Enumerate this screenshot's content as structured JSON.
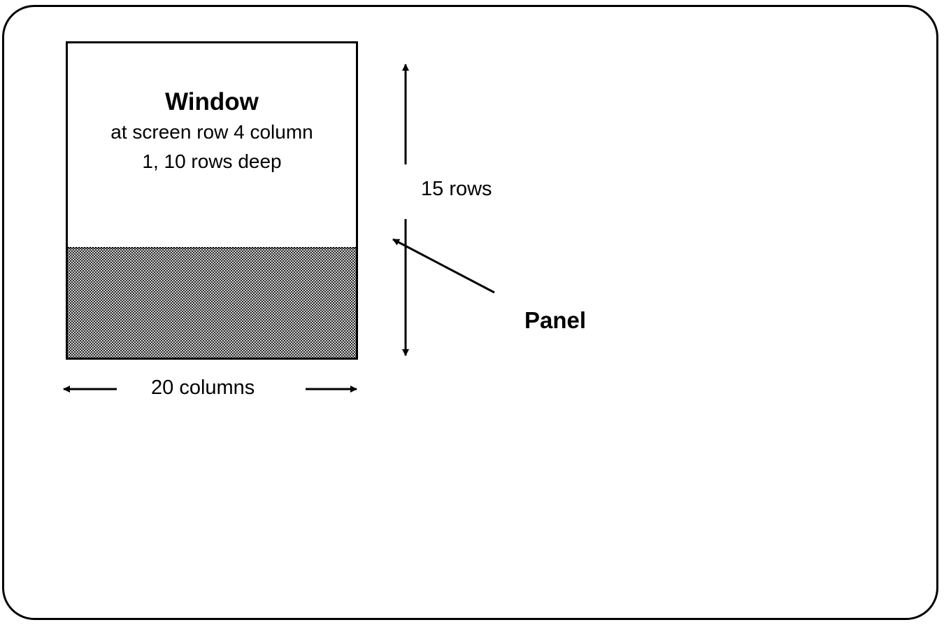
{
  "window": {
    "title": "Window",
    "description": "at screen row 4 column 1, 10 rows deep"
  },
  "dimensions": {
    "rows_label": "15 rows",
    "columns_label": "20 columns"
  },
  "panel": {
    "label": "Panel"
  },
  "colors": {
    "line": "#000000",
    "background": "#ffffff",
    "panel_fill": "#2a2a2a"
  }
}
